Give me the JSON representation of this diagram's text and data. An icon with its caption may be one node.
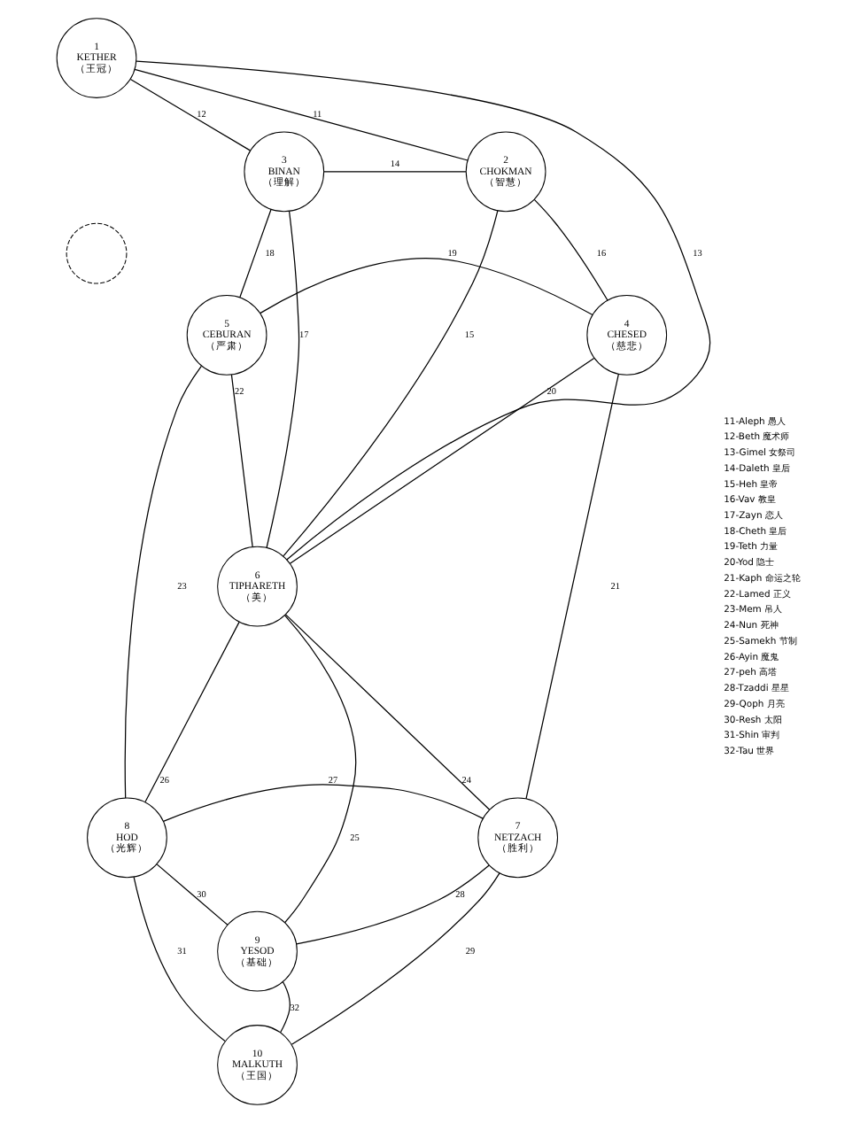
{
  "diagram": {
    "nodes": [
      {
        "text": [
          "1",
          "KETHER",
          "（王冠）"
        ]
      },
      {
        "text": [
          "3",
          "BINAN",
          "（理解）"
        ]
      },
      {
        "text": [
          "2",
          "CHOKMAN",
          "（智慧）"
        ]
      },
      {
        "text": [],
        "shape": "circle"
      },
      {
        "text": [
          "5",
          "CEBURAN",
          "（严肃）"
        ]
      },
      {
        "text": [
          "4",
          "CHESED",
          "（慈悲）"
        ]
      },
      {
        "text": [
          "6",
          "TIPHARETH",
          "（美）"
        ]
      },
      {
        "text": [
          "8",
          "HOD",
          "（光辉）"
        ]
      },
      {
        "text": [
          "7",
          "NETZACH",
          "（胜利）"
        ]
      },
      {
        "text": [
          "9",
          "YESOD",
          "（基础）"
        ]
      },
      {
        "text": [
          "10",
          "MALKUTH",
          "（王国）"
        ]
      }
    ],
    "edges": [
      {
        "from": 0,
        "to": 2,
        "arrow": "none",
        "label": "11"
      },
      {
        "from": 0,
        "to": 1,
        "arrow": "none",
        "label": "12"
      },
      {
        "from": 0,
        "to": 6,
        "arrow": "none",
        "label": "13"
      },
      {
        "from": 1,
        "to": 2,
        "arrow": "none",
        "label": "14"
      },
      {
        "from": 2,
        "to": 6,
        "arrow": "none",
        "label": "15"
      },
      {
        "from": 2,
        "to": 5,
        "arrow": "none",
        "label": "16"
      },
      {
        "from": 1,
        "to": 6,
        "arrow": "none",
        "label": "17"
      },
      {
        "from": 1,
        "to": 4,
        "arrow": "none",
        "label": "18"
      },
      {
        "from": 4,
        "to": 5,
        "arrow": "none",
        "label": "19"
      },
      {
        "from": 5,
        "to": 6,
        "arrow": "none",
        "label": "20"
      },
      {
        "from": 5,
        "to": 8,
        "arrow": "none",
        "label": "21"
      },
      {
        "from": 4,
        "to": 6,
        "arrow": "none",
        "label": "22"
      },
      {
        "from": 4,
        "to": 7,
        "arrow": "none",
        "label": "23"
      },
      {
        "from": 6,
        "to": 8,
        "arrow": "none",
        "label": "24"
      },
      {
        "from": 6,
        "to": 9,
        "arrow": "none",
        "label": "25"
      },
      {
        "from": 6,
        "to": 7,
        "arrow": "none",
        "label": "26"
      },
      {
        "from": 7,
        "to": 8,
        "arrow": "none",
        "label": "27"
      },
      {
        "from": 8,
        "to": 9,
        "arrow": "none",
        "label": "28"
      },
      {
        "from": 8,
        "to": 10,
        "arrow": "none",
        "label": "29"
      },
      {
        "from": 7,
        "to": 9,
        "arrow": "none",
        "label": "30"
      },
      {
        "from": 7,
        "to": 10,
        "arrow": "none",
        "label": "31"
      },
      {
        "from": 9,
        "to": 10,
        "arrow": "none",
        "label": "32"
      }
    ],
    "labels": [
      "11-Aleph 愚人",
      "12-Beth 魔术师",
      "13-Gimel 女祭司",
      "14-Daleth 皇后",
      "15-Heh 皇帝",
      "16-Vav 教皇",
      "17-Zayn 恋人",
      "18-Cheth 皇后",
      "19-Teth 力量",
      "20-Yod 隐士",
      "21-Kaph 命运之轮",
      "22-Lamed 正义",
      "23-Mem 吊人",
      "24-Nun 死神",
      "25-Samekh 节制",
      "26-Ayin 魔鬼",
      "27-peh 高塔",
      "28-Tzaddi 星星",
      "29-Qoph 月亮",
      "30-Resh 太阳",
      "31-Shin 审判",
      "32-Tau 世界"
    ]
  }
}
